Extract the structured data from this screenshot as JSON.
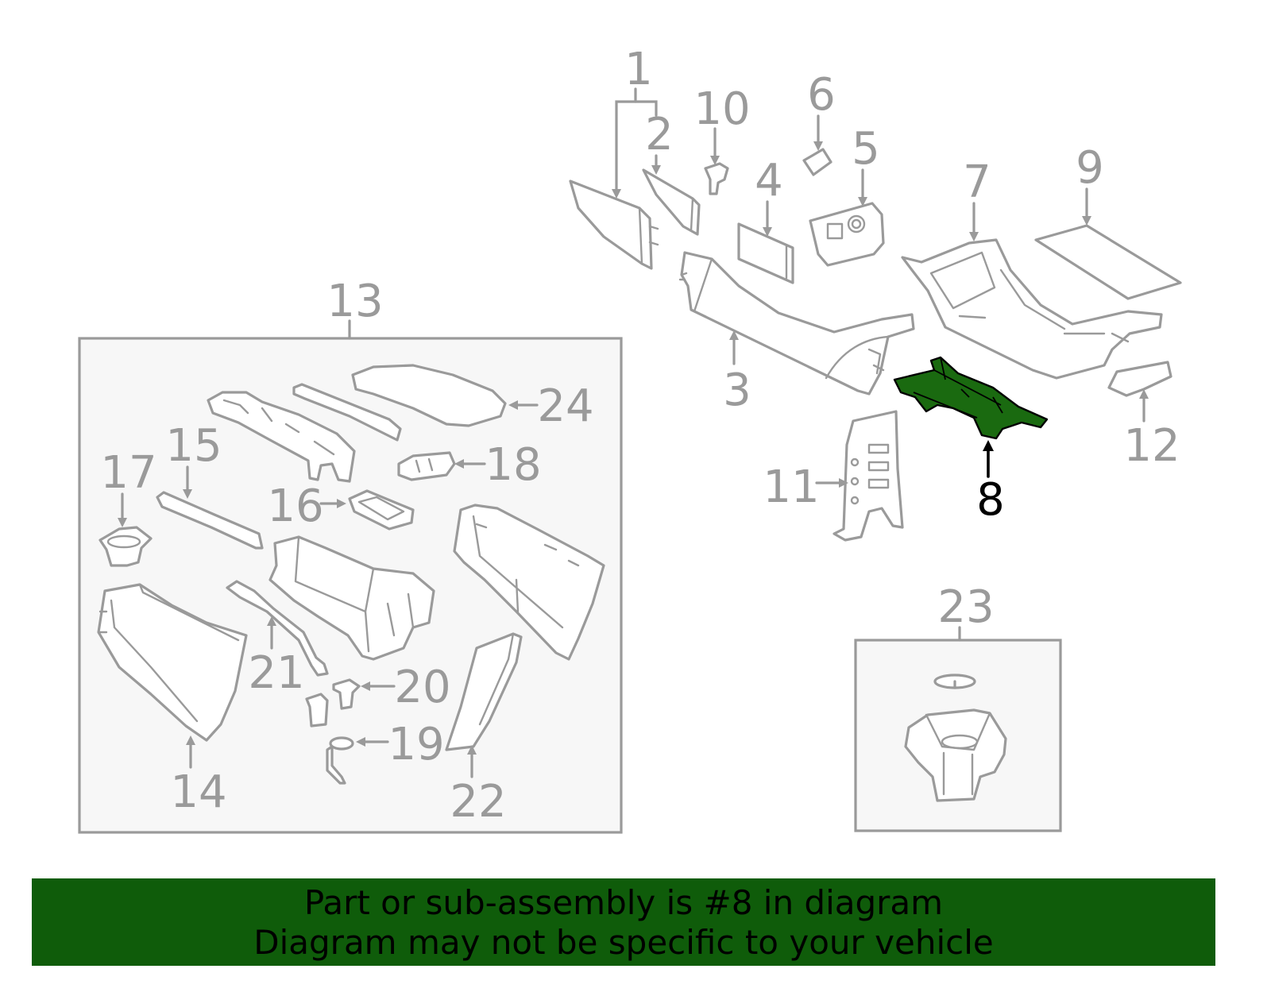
{
  "diagram": {
    "highlight_color": "#1a6a10",
    "part_color": "#9a9a9a",
    "callouts": {
      "c1": "1",
      "c2": "2",
      "c3": "3",
      "c4": "4",
      "c5": "5",
      "c6": "6",
      "c7": "7",
      "c8": "8",
      "c9": "9",
      "c10": "10",
      "c11": "11",
      "c12": "12",
      "c13": "13",
      "c14": "14",
      "c15": "15",
      "c16": "16",
      "c17": "17",
      "c18": "18",
      "c19": "19",
      "c20": "20",
      "c21": "21",
      "c22": "22",
      "c23": "23",
      "c24": "24"
    },
    "highlighted_part": "8"
  },
  "banner": {
    "background": "#0f5c0a",
    "line1": "Part or sub-assembly is #8 in diagram",
    "line2": "Diagram may not be specific to your vehicle"
  }
}
